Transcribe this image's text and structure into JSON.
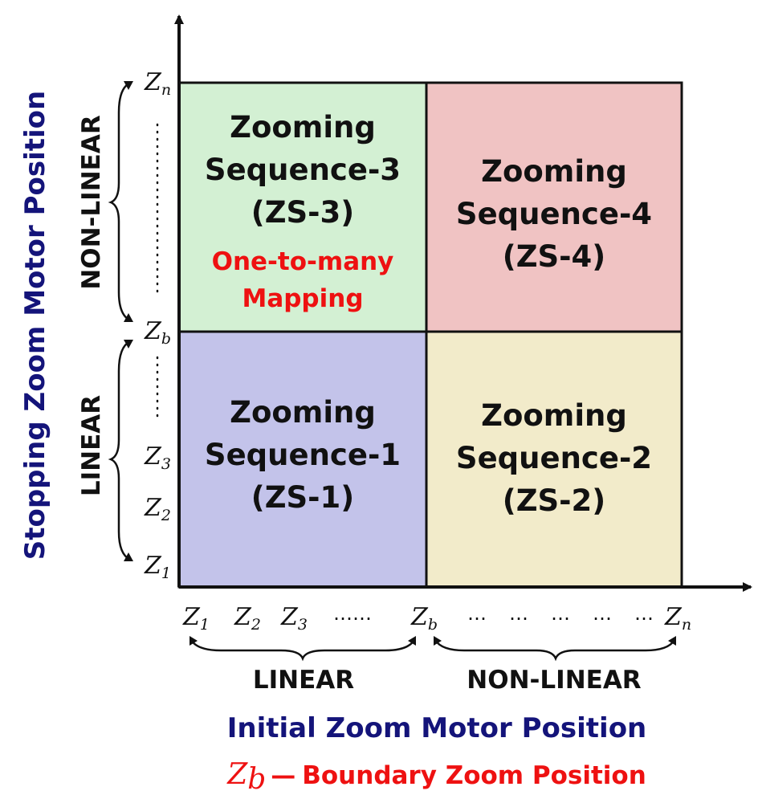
{
  "colors": {
    "zs1_fill": "#c3c3ea",
    "zs2_fill": "#f2ebca",
    "zs3_fill": "#d3f0d3",
    "zs4_fill": "#f0c3c3",
    "axis_title": "#14147a",
    "highlight": "#ee1111",
    "text": "#111111"
  },
  "cells": {
    "zs1": {
      "line1": "Zooming",
      "line2": "Sequence-1",
      "line3": "(ZS-1)"
    },
    "zs2": {
      "line1": "Zooming",
      "line2": "Sequence-2",
      "line3": "(ZS-2)"
    },
    "zs3": {
      "line1": "Zooming",
      "line2": "Sequence-3",
      "line3": "(ZS-3)",
      "note1": "One-to-many",
      "note2": "Mapping"
    },
    "zs4": {
      "line1": "Zooming",
      "line2": "Sequence-4",
      "line3": "(ZS-4)"
    }
  },
  "x_ticks": {
    "z1": {
      "base": "Z",
      "sub": "1"
    },
    "z2": {
      "base": "Z",
      "sub": "2"
    },
    "z3": {
      "base": "Z",
      "sub": "3"
    },
    "dots_left": "……",
    "zb": {
      "base": "Z",
      "sub": "b"
    },
    "dots_right": "……………",
    "zn": {
      "base": "Z",
      "sub": "n"
    }
  },
  "y_ticks": {
    "z1": {
      "base": "Z",
      "sub": "1"
    },
    "z2": {
      "base": "Z",
      "sub": "2"
    },
    "z3": {
      "base": "Z",
      "sub": "3"
    },
    "zb": {
      "base": "Z",
      "sub": "b"
    },
    "zn": {
      "base": "Z",
      "sub": "n"
    }
  },
  "ranges": {
    "x_linear": "LINEAR",
    "x_nonlinear": "NON-LINEAR",
    "y_linear": "LINEAR",
    "y_nonlinear": "NON-LINEAR"
  },
  "axes": {
    "x_title": "Initial Zoom Motor Position",
    "y_title": "Stopping Zoom Motor Position"
  },
  "legend": {
    "symbol_base": "Z",
    "symbol_sub": "b",
    "dash": "—",
    "text": "Boundary Zoom Position"
  }
}
